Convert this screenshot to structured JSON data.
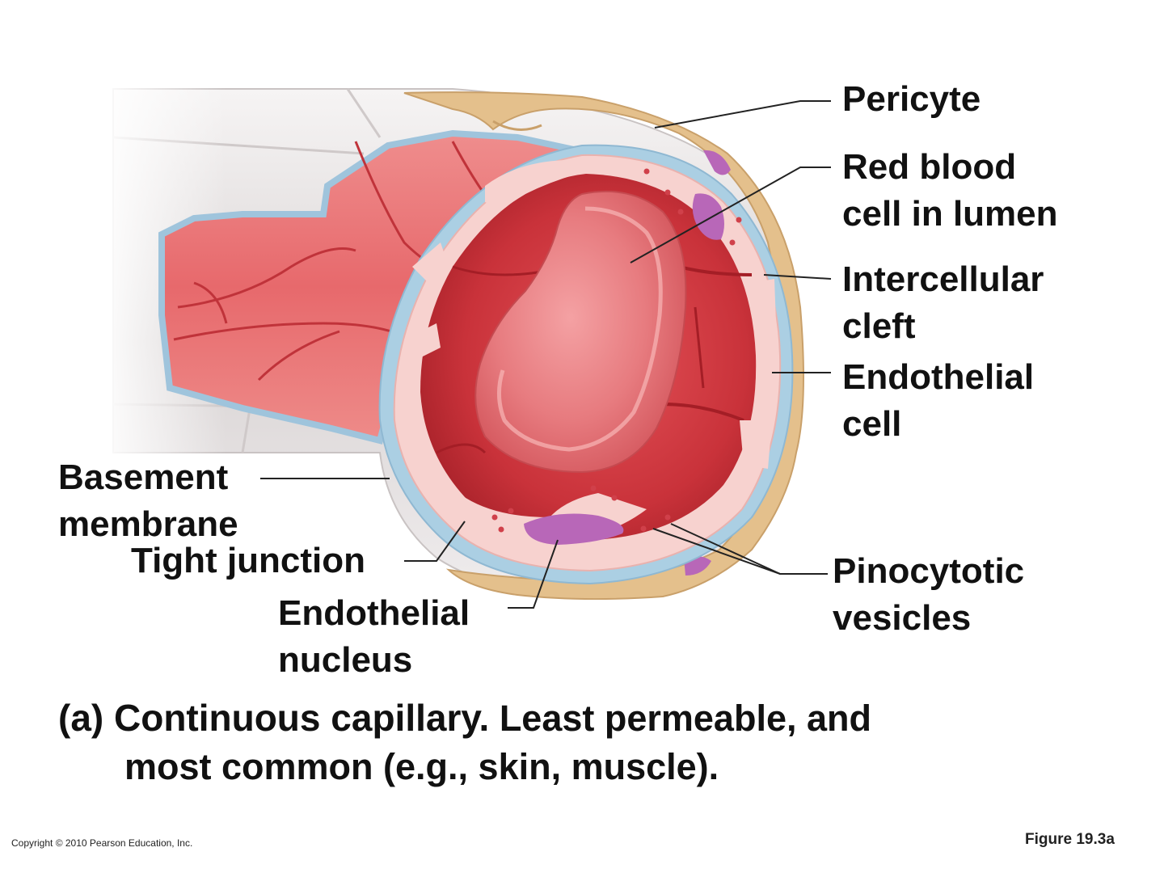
{
  "labels": {
    "pericyte": "Pericyte",
    "rbc_line1": "Red blood",
    "rbc_line2": "cell in lumen",
    "cleft_line1": "Intercellular",
    "cleft_line2": "cleft",
    "endo_cell_line1": "Endothelial",
    "endo_cell_line2": "cell",
    "basement_line1": "Basement",
    "basement_line2": "membrane",
    "tight_junction": "Tight junction",
    "endo_nucleus_line1": "Endothelial",
    "endo_nucleus_line2": "nucleus",
    "pinocytotic_line1": "Pinocytotic",
    "pinocytotic_line2": "vesicles"
  },
  "caption": {
    "prefix": "(a) ",
    "title": "Continuous capillary.",
    "text_line1": " Least permeable, and",
    "text_line2": "most common (e.g., skin, muscle)."
  },
  "footer": {
    "copyright": "Copyright © 2010 Pearson Education, Inc.",
    "figure": "Figure 19.3a"
  },
  "colors": {
    "lumen": "#e8666a",
    "lumen_dark": "#b8262e",
    "endothelium": "#f7cfcc",
    "basement": "#a9cde3",
    "pericyte": "#e2bd86",
    "nucleus": "#b867b8",
    "rbc": "#e9787c"
  }
}
